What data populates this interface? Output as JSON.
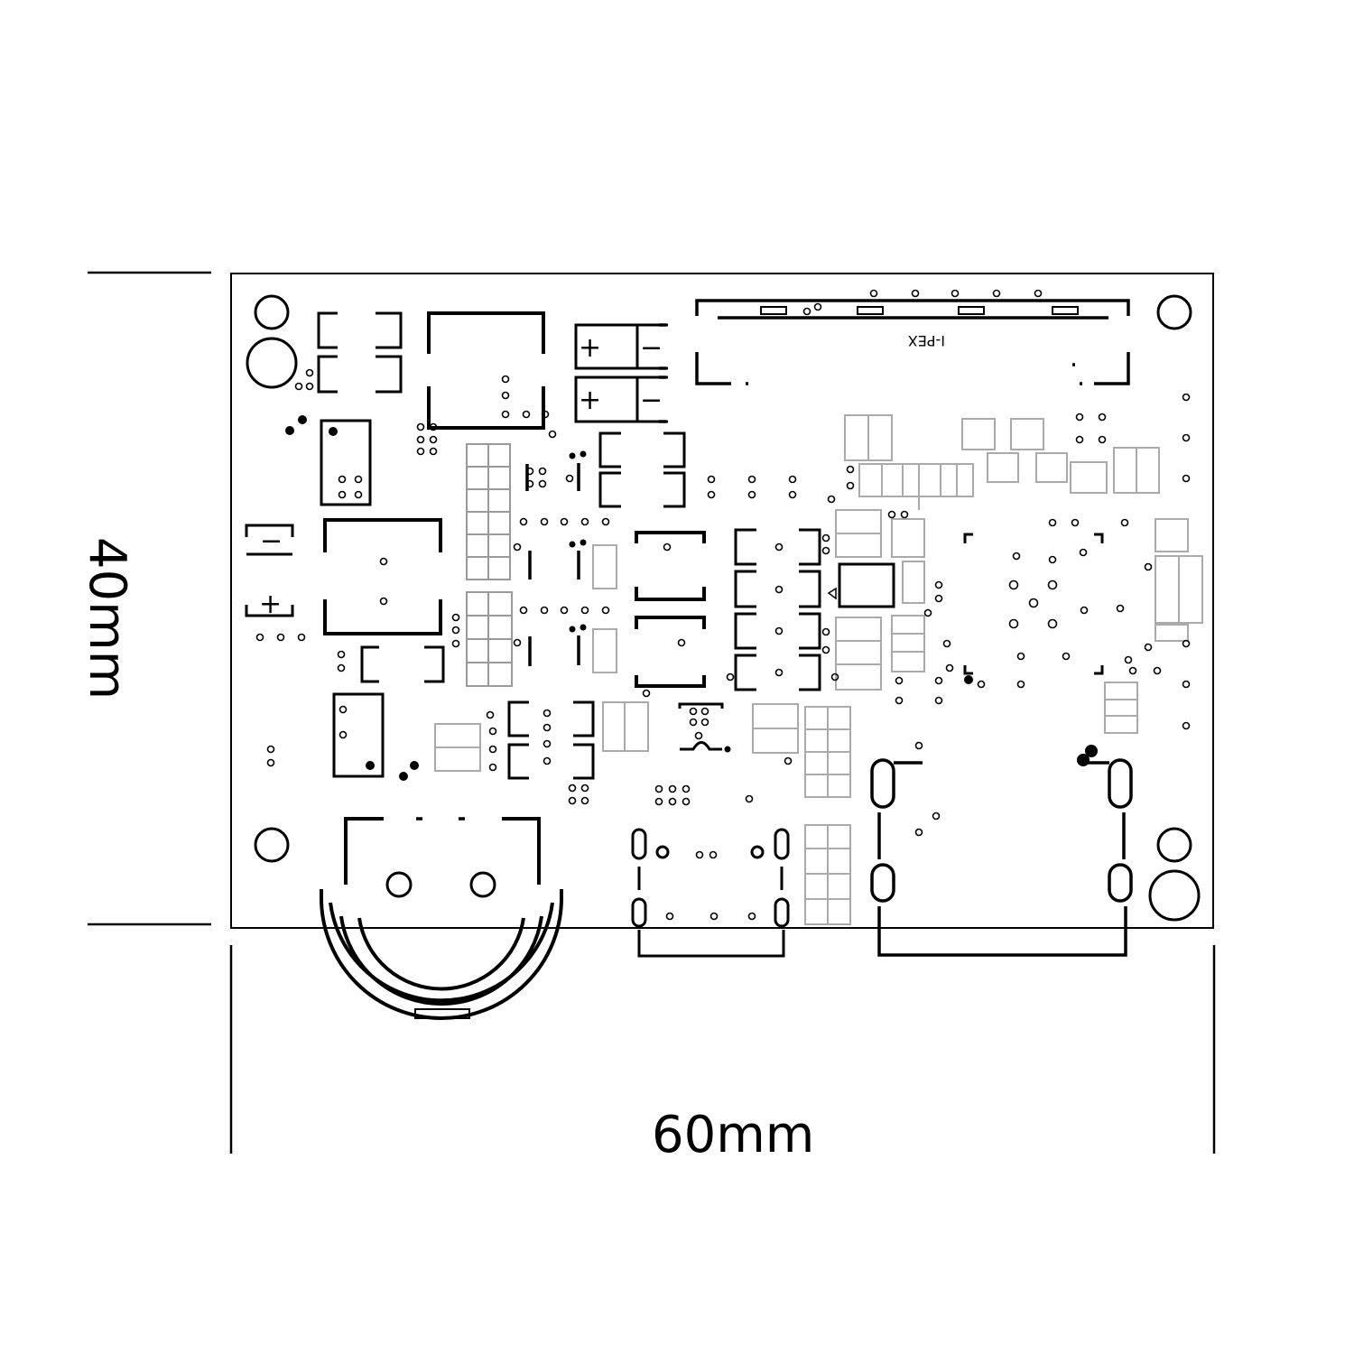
{
  "dimensions": {
    "width_label": "60mm",
    "height_label": "40mm"
  },
  "board": {
    "connector_label": "I-PEX",
    "polarity_plus": "+",
    "polarity_minus": "−"
  }
}
